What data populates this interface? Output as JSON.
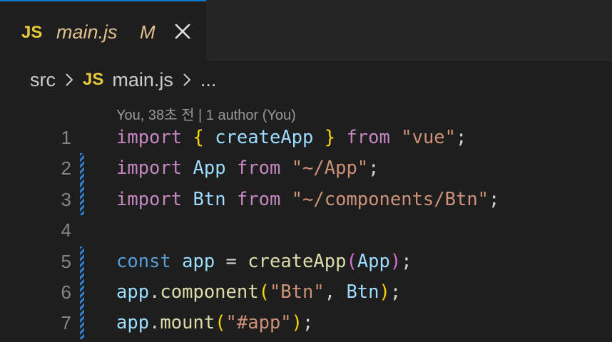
{
  "tab": {
    "lang_badge": "JS",
    "file_name": "main.js",
    "modified_flag": "M"
  },
  "breadcrumb": {
    "folder": "src",
    "lang_badge": "JS",
    "file": "main.js",
    "more": "..."
  },
  "blame": "You, 38초 전 | 1 author (You)",
  "line_numbers": [
    "1",
    "2",
    "3",
    "4",
    "5",
    "6",
    "7"
  ],
  "code": {
    "l1": {
      "kw": "import",
      "ob": "{",
      "name": "createApp",
      "cb": "}",
      "from": "from",
      "mod": "\"vue\"",
      "semi": ";"
    },
    "l2": {
      "kw": "import",
      "name": "App",
      "from": "from",
      "mod": "\"~/App\"",
      "semi": ";"
    },
    "l3": {
      "kw": "import",
      "name": "Btn",
      "from": "from",
      "mod": "\"~/components/Btn\"",
      "semi": ";"
    },
    "l5": {
      "kw": "const",
      "name": "app",
      "eq": "=",
      "fn": "createApp",
      "op": "(",
      "arg": "App",
      "cp": ")",
      "semi": ";"
    },
    "l6": {
      "obj": "app",
      "dot": ".",
      "fn": "component",
      "op": "(",
      "str": "\"Btn\"",
      "comma": ",",
      "arg": "Btn",
      "cp": ")",
      "semi": ";"
    },
    "l7": {
      "obj": "app",
      "dot": ".",
      "fn": "mount",
      "op": "(",
      "str": "\"#app\"",
      "cp": ")",
      "semi": ";"
    }
  },
  "colors": {
    "accent": "#0a7aca",
    "modified": "#e2c08d",
    "js_badge": "#e8c93a"
  }
}
